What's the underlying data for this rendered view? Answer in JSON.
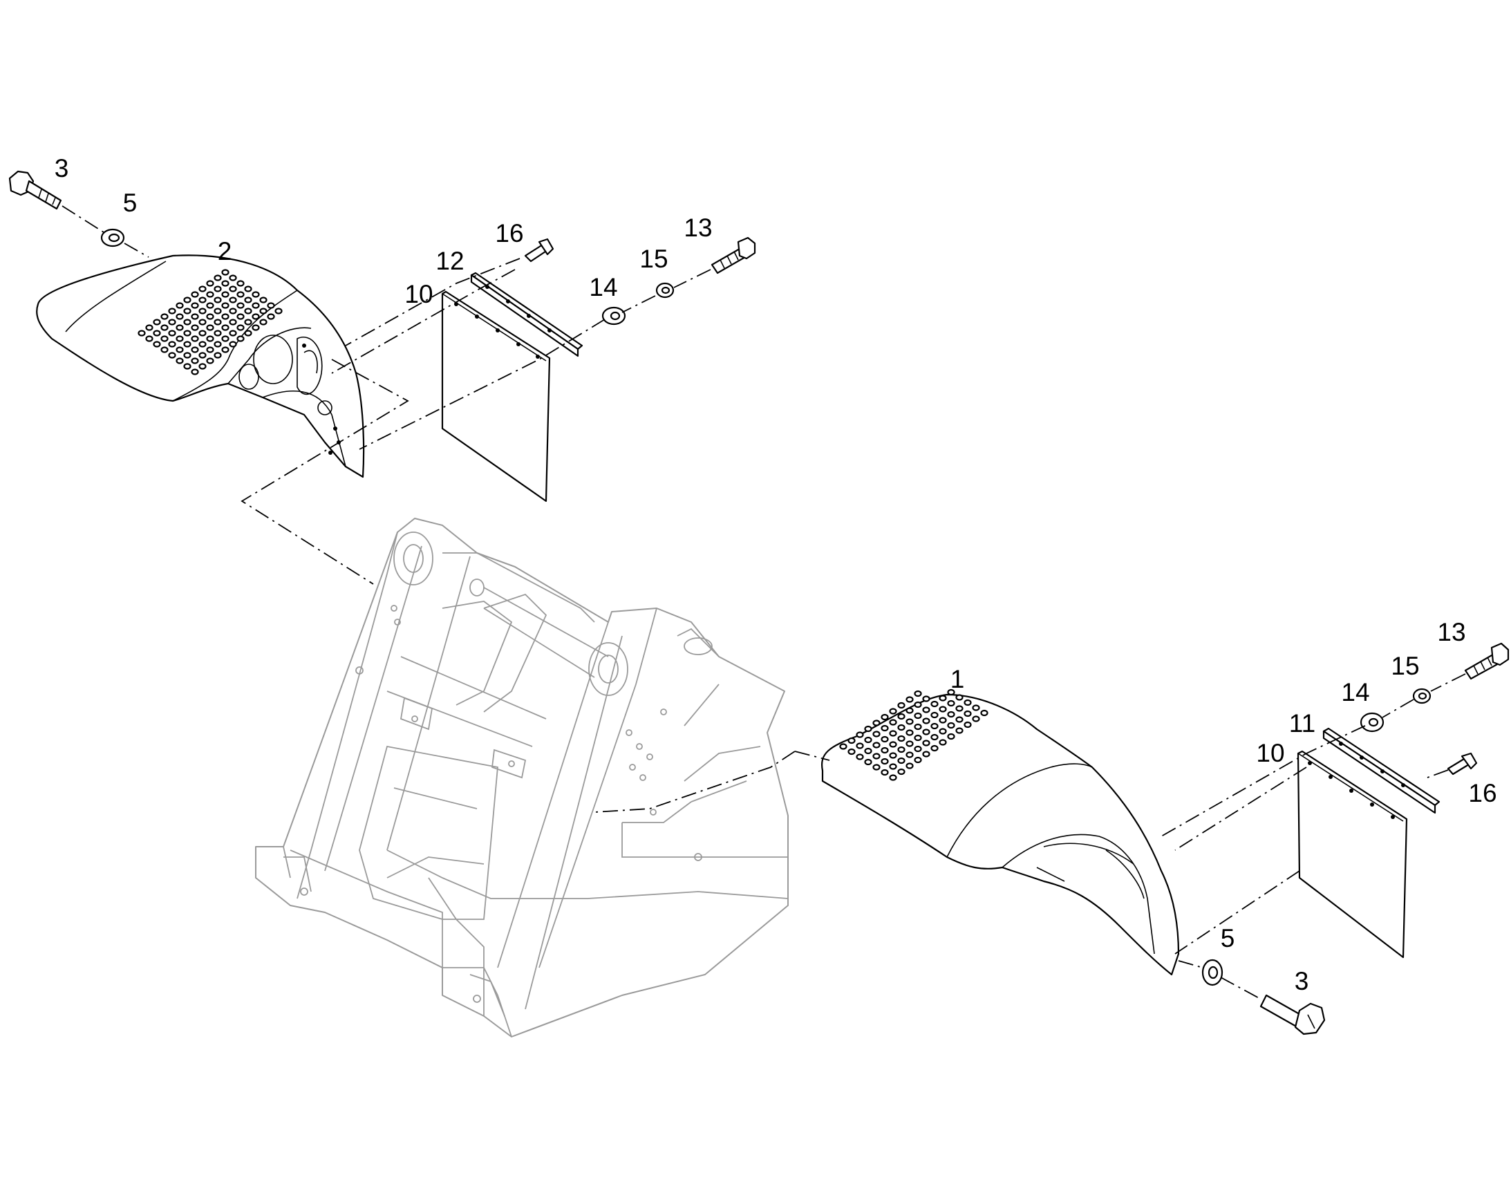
{
  "diagram": {
    "left_assembly_callouts": {
      "bolt_hex": "3",
      "washer": "5",
      "fender": "2",
      "mudflap_rubber": "10",
      "clamp_strip": "12",
      "screw": "16",
      "flat_washer": "14",
      "lock_washer": "15",
      "bolt": "13"
    },
    "right_assembly_callouts": {
      "fender": "1",
      "bolt": "13",
      "lock_washer": "15",
      "flat_washer": "14",
      "clamp_strip": "11",
      "mudflap_rubber": "10",
      "screw": "16",
      "washer": "5",
      "bolt_hex": "3"
    }
  }
}
